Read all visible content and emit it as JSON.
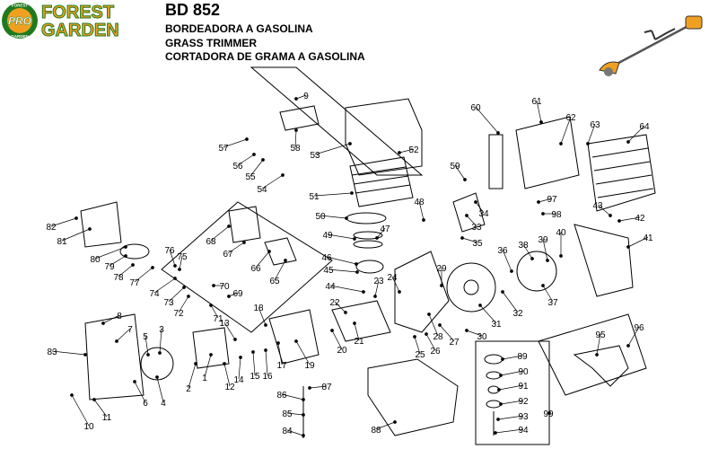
{
  "header": {
    "model": "BD 852",
    "line1": "BORDEADORA A GASOLINA",
    "line2": "GRASS TRIMMER",
    "line3": "CORTADORA DE GRAMA A GASOLINA"
  },
  "logo": {
    "badge": "PRO",
    "word1": "FOREST",
    "word2": "GARDEN",
    "ring_top": "FOREST",
    "ring_bottom": "GARDEN",
    "color_green": "#1f7a1f",
    "color_orange": "#f0a020"
  },
  "diagram": {
    "part_numbers": [
      "1",
      "2",
      "3",
      "4",
      "5",
      "6",
      "7",
      "8",
      "9",
      "10",
      "11",
      "12",
      "13",
      "14",
      "15",
      "16",
      "17",
      "18",
      "19",
      "20",
      "21",
      "22",
      "23",
      "24",
      "25",
      "26",
      "27",
      "28",
      "29",
      "30",
      "31",
      "32",
      "33",
      "34",
      "35",
      "36",
      "37",
      "38",
      "39",
      "40",
      "41",
      "42",
      "43",
      "44",
      "45",
      "46",
      "47",
      "48",
      "49",
      "50",
      "51",
      "52",
      "53",
      "54",
      "55",
      "56",
      "57",
      "58",
      "59",
      "60",
      "61",
      "62",
      "63",
      "64",
      "65",
      "66",
      "67",
      "68",
      "69",
      "70",
      "71",
      "72",
      "73",
      "74",
      "75",
      "76",
      "77",
      "78",
      "79",
      "80",
      "81",
      "82",
      "83",
      "84",
      "85",
      "86",
      "87",
      "88",
      "89",
      "90",
      "91",
      "92",
      "93",
      "94",
      "95",
      "96",
      "97",
      "98",
      "99"
    ]
  }
}
